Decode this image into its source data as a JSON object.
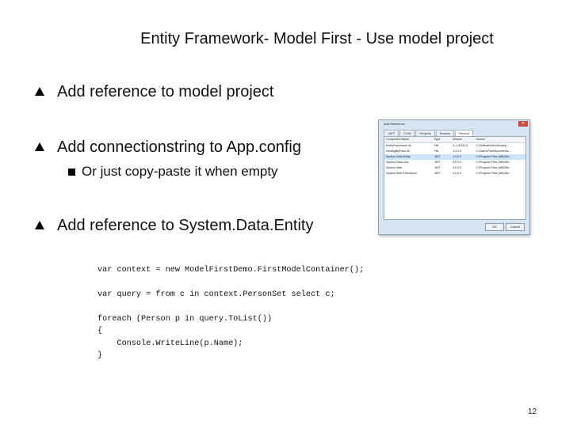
{
  "slide": {
    "title": "Entity Framework- Model First - Use model project",
    "bullets": [
      "Add reference to model project",
      "Add connectionstring to App.config",
      "Add reference to System.Data.Entity"
    ],
    "sub_bullet": "Or just copy-paste it when empty",
    "code_lines": [
      "var context = new ModelFirstDemo.FirstModelContainer();",
      "",
      "var query = from c in context.PersonSet select c;",
      "",
      "foreach (Person p in query.ToList())",
      "{",
      "    Console.WriteLine(p.Name);",
      "}"
    ],
    "page_number": "12"
  },
  "dialog": {
    "title": "Add Reference",
    "tabs": [
      ".NET",
      "COM",
      "Projects",
      "Browse",
      "Recent"
    ],
    "columns": [
      "Component Name",
      "Type",
      "Version",
      "Source"
    ],
    "rows": [
      [
        "EntityFramework.dll",
        "File",
        "4.1.10331.0",
        "C:\\Software\\MvcMovie\\p..."
      ],
      [
        "HtmlAgilityPack.dll",
        "File",
        "1.4.0.0",
        "C:\\Users\\Paul\\Documents..."
      ],
      [
        "System.Data.Entity",
        ".NET",
        "4.0.0.0",
        "C:\\Program Files (x86)\\Re..."
      ],
      [
        "System.Data.Linq",
        ".NET",
        "4.0.0.0",
        "C:\\Program Files (x86)\\Re..."
      ],
      [
        "System.Web",
        ".NET",
        "4.0.0.0",
        "C:\\Program Files (x86)\\Re..."
      ],
      [
        "System.Web.Extensions",
        ".NET",
        "4.0.0.0",
        "C:\\Program Files (x86)\\Re..."
      ]
    ],
    "ok_label": "OK",
    "cancel_label": "Cancel"
  }
}
